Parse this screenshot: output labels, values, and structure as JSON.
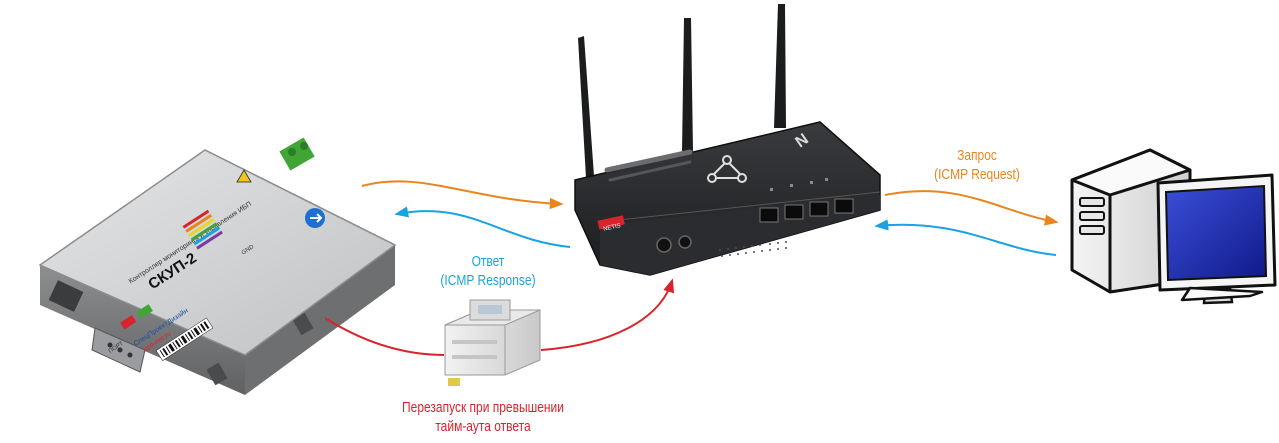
{
  "colors": {
    "request": "#E8851E",
    "response": "#1AA3E0",
    "restart": "#D8242C",
    "router_body": "#1E1F21",
    "device_body": "#C8CACC",
    "monitor_blue": "#1D2FB0",
    "terminal_green": "#3FA535"
  },
  "labels": {
    "request_line1": "Запрос",
    "request_line2": "(ICMP Request)",
    "response_line1": "Ответ",
    "response_line2": "(ICMP Response)",
    "restart_line1": "Перезапуск при превышении",
    "restart_line2": "тайм-аута ответа"
  },
  "device": {
    "model": "СКУП-2",
    "subtitle": "Контроллер мониторинга и управления ИБП",
    "brand": "СпецПроектДизайн",
    "site": "spd-net.ru",
    "port": "ПОРТ",
    "gnd": "GND"
  },
  "router": {
    "badge": "NETIS"
  },
  "icons": [
    "controller-device-icon",
    "router-icon",
    "relay-module-icon",
    "desktop-computer-icon"
  ]
}
